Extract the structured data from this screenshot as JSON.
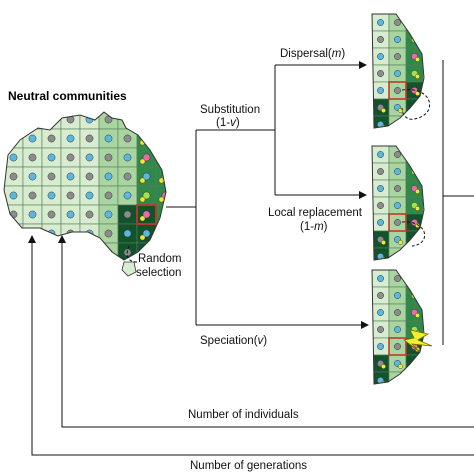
{
  "title": "Neutral communities",
  "branches": {
    "substitution": {
      "text": "Substitution",
      "param": "(1-",
      "var": "v",
      "close": ")"
    },
    "dispersal": {
      "text": "Dispersal(",
      "var": "m",
      "close": ")"
    },
    "local_replacement": {
      "line1": "Local replacement",
      "param": "(1-",
      "var": "m",
      "close": ")"
    },
    "speciation": {
      "text": "Speciation(",
      "var": "v",
      "close": ")"
    }
  },
  "random_selection": {
    "line1": "Random",
    "line2": "selection"
  },
  "loops": {
    "individuals": "Number of individuals",
    "generations": "Number of generations"
  },
  "colors": {
    "cell_light": "#d8ecd0",
    "cell_mid": "#a9d6a0",
    "cell_dark": "#2f8a4a",
    "cell_darkest": "#12532c",
    "dot_grey": "#8c8c8c",
    "dot_blue": "#5bb6e0",
    "dot_pink": "#e86aa8",
    "dot_yellow": "#f2e830",
    "dot_lime": "#a8e04a",
    "lightning": "#f2f02a",
    "highlight_border": "#c0392b"
  }
}
